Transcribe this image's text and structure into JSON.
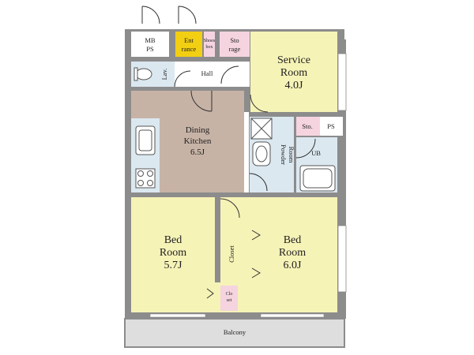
{
  "colors": {
    "wall": "#8c8c8c",
    "room_yellow": "#f6f3b7",
    "dining_kitchen": "#c7b3a6",
    "wet_area": "#dbe8f0",
    "storage_pink": "#f5d4e0",
    "entrance_yellow": "#f2cf12",
    "hall_white": "#ffffff",
    "balcony": "#dedede"
  },
  "labels": {
    "mb_ps": [
      "MB",
      "PS"
    ],
    "entrance": [
      "Ent",
      "rance"
    ],
    "shoes_box": [
      "Shoes",
      "box"
    ],
    "storage": [
      "Sto",
      "rage"
    ],
    "service_room": [
      "Service",
      "Room",
      "4.0J"
    ],
    "lav": "Lav.",
    "hall": "Hall",
    "dining_kitchen": [
      "Dining",
      "Kitchen",
      "6.5J"
    ],
    "sto": "Sto.",
    "ps": "PS",
    "powder_room": [
      "Powder",
      "Room"
    ],
    "ub": "UB",
    "bed_room_left": [
      "Bed",
      "Room",
      "5.7J"
    ],
    "closet": "Closet",
    "bed_room_right": [
      "Bed",
      "Room",
      "6.0J"
    ],
    "closet_small": [
      "Clo",
      "set"
    ],
    "balcony": "Balcony"
  }
}
